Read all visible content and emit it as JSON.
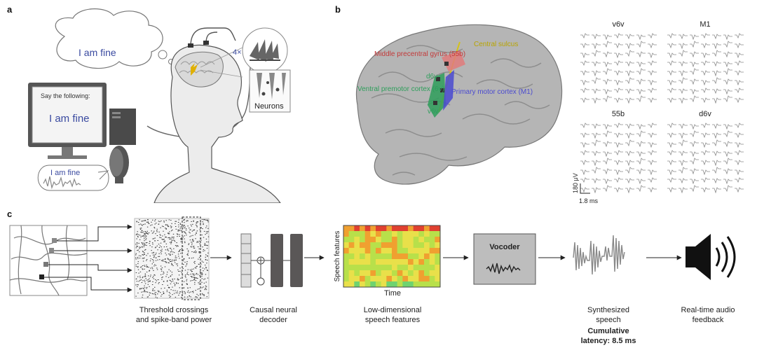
{
  "panels": {
    "a": {
      "letter": "a",
      "thought_text": "I am fine",
      "monitor_prompt": "Say the following:",
      "monitor_text": "I am fine",
      "speech_text": "I am fine",
      "array_count": "4×",
      "neurons_label": "Neurons"
    },
    "b": {
      "letter": "b",
      "regions": {
        "middle_precentral": "Middle precentral gyrus (55b)",
        "central_sulcus": "Central sulcus",
        "d6v": "d6v",
        "ventral_premotor": "Ventral premotor cortex (6v)",
        "v6v": "v6v",
        "primary_motor": "Primary motor cortex (M1)"
      },
      "grid_titles": [
        "v6v",
        "M1",
        "55b",
        "d6v"
      ],
      "scale_voltage": "180 μV",
      "scale_time": "1.8 ms"
    },
    "c": {
      "letter": "c",
      "stage1_line1": "Threshold crossings",
      "stage1_line2": "and spike-band power",
      "stage2_line1": "Causal neural",
      "stage2_line2": "decoder",
      "heatmap_ylabel": "Speech features",
      "heatmap_xlabel": "Time",
      "stage3_line1": "Low-dimensional",
      "stage3_line2": "speech features",
      "vocoder_label": "Vocoder",
      "stage4_line1": "Synthesized",
      "stage4_line2": "speech",
      "latency_line1": "Cumulative",
      "latency_line2": "latency: 8.5 ms",
      "stage5_line1": "Real-time audio",
      "stage5_line2": "feedback"
    }
  },
  "colors": {
    "region_55b": "#e07b7b",
    "region_6v": "#2e9e5b",
    "region_m1": "#4a4ad0",
    "region_sulcus": "#d4c21a",
    "gray_wave": "#8a8a8a",
    "decoder_dark": "#5a5757"
  }
}
